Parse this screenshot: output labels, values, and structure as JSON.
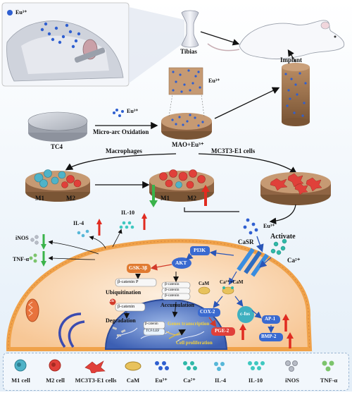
{
  "labels": {
    "eu_inset": "Eu³⁺",
    "tibias": "Tibias",
    "implant": "Implant",
    "eu_top": "Eu³⁺",
    "eu_arrow": "Eu³⁺",
    "mao_process": "Micro-arc Oxidation",
    "tc4": "TC4",
    "mao_eu": "MAO+Eu³⁺",
    "macrophages": "Macrophages",
    "mc3t3": "MC3T3-E1 cells",
    "m1_a": "M1",
    "m2_a": "M2",
    "m1_b": "M1",
    "m2_b": "M2",
    "eu_release": "Eu³⁺",
    "activate": "Activate",
    "casr": "CaSR",
    "ca_out": "Ca²⁺",
    "il4": "IL-4",
    "il10": "IL-10",
    "inos": "iNOS",
    "tnf": "TNF-α",
    "pi3k": "PI3K",
    "akt": "AKT",
    "gsk": "GSK-3β",
    "bcat_p": "β-catenin P",
    "ubiq": "Ubiquitination",
    "ub": "Ub",
    "bcat_ub": "β-catenin",
    "bcat_acc1": "β-catenin",
    "bcat_acc2": "β-catenin",
    "bcat_acc3": "β-catenin",
    "accum": "Accumulation",
    "cam": "CaM",
    "ca_cam": "Ca²⁺+CaM",
    "degrad": "Degradation",
    "cox2": "COX-2",
    "cfos": "c-fos",
    "pge2": "PGE-2",
    "ap1": "AP-1",
    "bmp2": "BMP-2",
    "gene_tr": "Genes transcription",
    "bcat_nuc": "β-catenin",
    "tcf": "TCF/LEF",
    "cell_prolif": "Cell proliferation"
  },
  "legend": [
    {
      "label": "M1 cell",
      "icon": "m1-cell-icon"
    },
    {
      "label": "M2 cell",
      "icon": "m2-cell-icon"
    },
    {
      "label": "MC3T3-E1 cells",
      "icon": "mc3t3-cell-icon"
    },
    {
      "label": "CaM",
      "icon": "cam-icon"
    },
    {
      "label": "Eu³⁺",
      "icon": "eu-ion-icon"
    },
    {
      "label": "Ca²⁺",
      "icon": "ca-ion-icon"
    },
    {
      "label": "IL-4",
      "icon": "il4-icon"
    },
    {
      "label": "IL-10",
      "icon": "il10-icon"
    },
    {
      "label": "iNOS",
      "icon": "inos-icon"
    },
    {
      "label": "TNF-α",
      "icon": "tnf-icon"
    }
  ],
  "colors": {
    "eu": "#2f5fd0",
    "ca": "#2fb8a8",
    "m1": "#4fb3c8",
    "m2": "#e0403a",
    "cell_membrane": "#f0b070",
    "cytoplasm": "#fbe0c4",
    "up_arrow": "#e02b20",
    "down_arrow": "#3ab34a"
  }
}
